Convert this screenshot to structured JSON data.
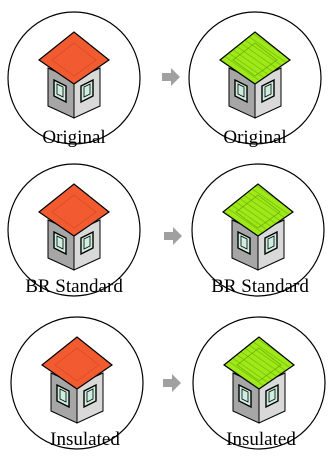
{
  "rows": [
    {
      "before_label": "Original",
      "after_label": "Original"
    },
    {
      "before_label": "BR Standard",
      "after_label": "BR Standard"
    },
    {
      "before_label": "Insulated",
      "after_label": "Insulated"
    }
  ],
  "colors": {
    "roof_before": "#f25a30",
    "roof_after": "#9fe81a",
    "roof_after_stripe": "#6fbf00",
    "wall_light": "#d9d9d9",
    "wall_dark": "#a6a6a6",
    "window": "#cfeee0",
    "arrow": "#a0a0a0",
    "outline": "#000000"
  }
}
